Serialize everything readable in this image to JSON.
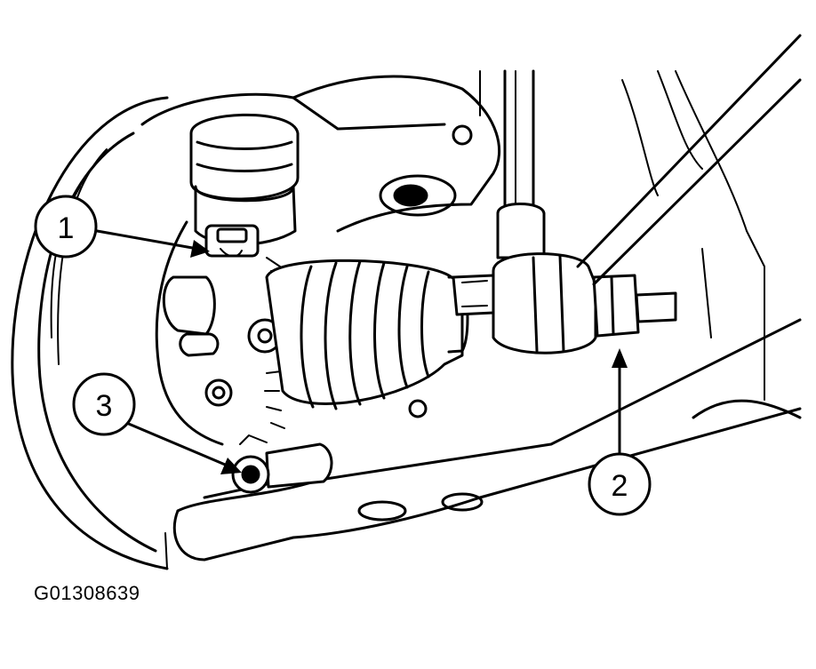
{
  "callouts": [
    {
      "id": "1",
      "label": "1"
    },
    {
      "id": "2",
      "label": "2"
    },
    {
      "id": "3",
      "label": "3"
    }
  ],
  "figure_id": "G01308639",
  "colors": {
    "line": "#000000",
    "background": "#ffffff"
  }
}
